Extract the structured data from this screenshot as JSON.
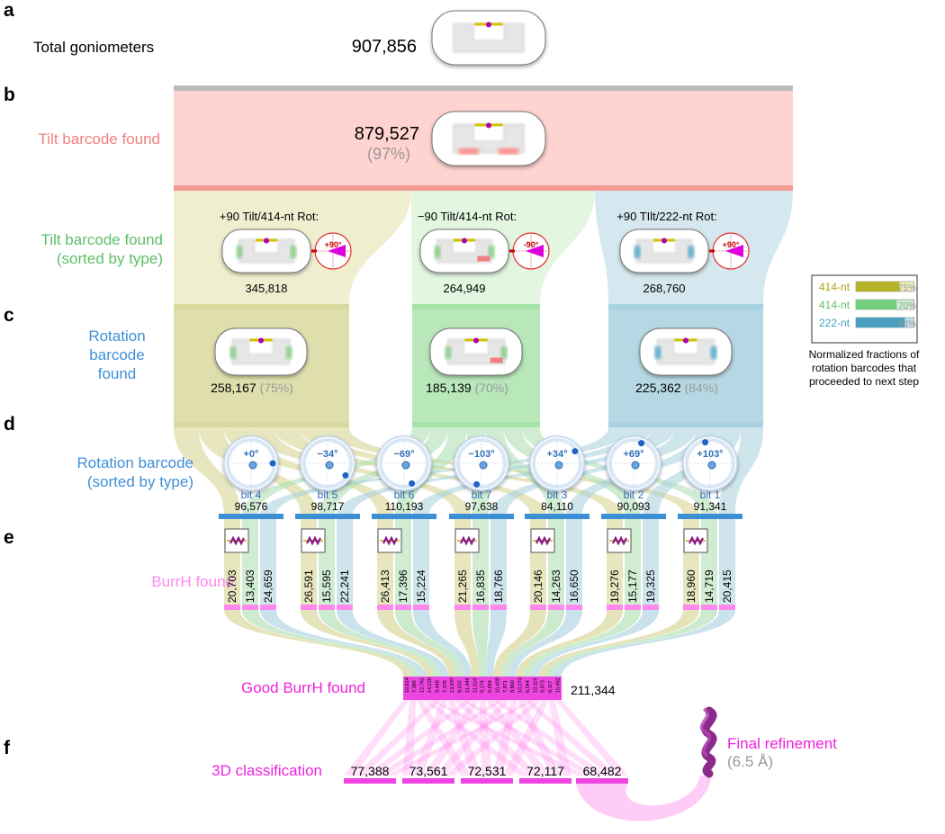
{
  "panels": [
    "a",
    "b",
    "c",
    "d",
    "e",
    "f"
  ],
  "steps": {
    "total": {
      "label": "Total goniometers",
      "count": "907,856"
    },
    "tilt": {
      "label": "Tilt barcode found",
      "count": "879,527",
      "pct": "(97%)"
    },
    "tilt_sorted": {
      "label": [
        "Tilt barcode found",
        "(sorted by type)"
      ],
      "groups": [
        {
          "title": "+90 Tilt/414-nt Rot:",
          "angle": "+90°",
          "count": "345,818"
        },
        {
          "title": "−90 Tilt/414-nt Rot:",
          "angle": "-90°",
          "count": "264,949"
        },
        {
          "title": "+90 TIlt/222-nt Rot:",
          "angle": "+90°",
          "count": "268,760"
        }
      ]
    },
    "rotation": {
      "label": [
        "Rotation",
        "barcode",
        "found"
      ],
      "groups": [
        {
          "count": "258,167",
          "pct": "(75%)"
        },
        {
          "count": "185,139",
          "pct": "(70%)"
        },
        {
          "count": "225,362",
          "pct": "(84%)"
        }
      ]
    },
    "rotation_sorted": {
      "label": [
        "Rotation barcode",
        "(sorted by type)"
      ],
      "bits": [
        {
          "angle": "+0°",
          "name": "bit 4",
          "count": "96,576"
        },
        {
          "angle": "−34°",
          "name": "bit 5",
          "count": "98,717"
        },
        {
          "angle": "−69°",
          "name": "bit 6",
          "count": "110,193"
        },
        {
          "angle": "−103°",
          "name": "bit 7",
          "count": "97,638"
        },
        {
          "angle": "+34°",
          "name": "bit 3",
          "count": "84,110"
        },
        {
          "angle": "+69°",
          "name": "bit 2",
          "count": "90,093"
        },
        {
          "angle": "+103°",
          "name": "bit 1",
          "count": "91,341"
        }
      ]
    },
    "burrh": {
      "label": "BurrH found",
      "counts": [
        [
          "20,703",
          "13,403",
          "24,659"
        ],
        [
          "26,591",
          "15,595",
          "22,241"
        ],
        [
          "26,413",
          "17,396",
          "15,224"
        ],
        [
          "21,265",
          "16,835",
          "18,766"
        ],
        [
          "20,146",
          "14,263",
          "16,650"
        ],
        [
          "19,276",
          "15,177",
          "19,325"
        ],
        [
          "18,960",
          "14,719",
          "20,415"
        ]
      ]
    },
    "good_burrh": {
      "label": "Good BurrH found",
      "count": "211,344",
      "small_counts": [
        "10,614",
        "7,386",
        "12,761",
        "14,220",
        "9,448",
        "7,376",
        "13,937",
        "8,532",
        "11,449",
        "11,510",
        "9,174",
        "9,594",
        "10,408",
        "7,871",
        "8,860",
        "10,273",
        "6,544",
        "10,119",
        "9,873",
        "8,117",
        "10,462"
      ]
    },
    "classification": {
      "label": "3D classification",
      "counts": [
        "77,388",
        "73,561",
        "72,531",
        "72,117",
        "68,482"
      ]
    },
    "final": {
      "label": "Final refinement",
      "resolution": "(6.5 Å)"
    }
  },
  "legend": {
    "rows": [
      {
        "label": "414-nt",
        "fraction": 0.75,
        "pct": "75%",
        "color": "#b5b328",
        "light": "#eeeec2",
        "text_color": "#a8a415"
      },
      {
        "label": "414-nt",
        "fraction": 0.7,
        "pct": "70%",
        "color": "#72d07c",
        "light": "#cdeed0",
        "text_color": "#5cbf66"
      },
      {
        "label": "222-nt",
        "fraction": 0.84,
        "pct": "84%",
        "color": "#4a9fbf",
        "light": "#c2e0ea",
        "text_color": "#3ea2c2"
      }
    ],
    "caption": [
      "Normalized fractions of",
      "rotation barcodes that",
      "proceeded to next step"
    ]
  },
  "colors": {
    "tilt": "#ffd3d0",
    "tilt_bar": "#f49a94",
    "tilt_text": "#f08080",
    "group": [
      "#efefcf",
      "#e2f6e0",
      "#d6e8ef"
    ],
    "rot": [
      "#d9d99f",
      "#a6e3a9",
      "#a8d2e0"
    ],
    "green_text": "#5cbf66",
    "blue_text": "#3f8fd8",
    "blue_bar": "#3c8fd4",
    "pink": "#ff88ee",
    "magenta": "#ee22dd",
    "magenta_bar": "#ee44e0"
  }
}
